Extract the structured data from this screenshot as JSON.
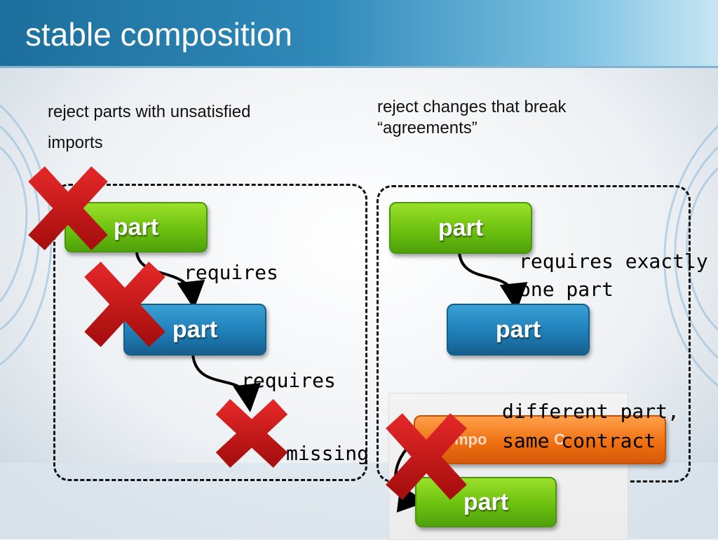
{
  "slide": {
    "title": "stable composition",
    "left_caption_line1": "reject parts with unsatisfied",
    "left_caption_line2": "imports",
    "right_caption": "reject changes that break “agreements”"
  },
  "left_diagram": {
    "part_top": "part",
    "requires_1": "requires",
    "part_middle": "part",
    "requires_2": "requires",
    "missing": "missing"
  },
  "right_diagram": {
    "part_top": "part",
    "requires_label_line1": "requires exactly",
    "requires_label_line2": "one part",
    "part_middle": "part",
    "container_partial_label": "mpo",
    "container_partial_label2": "C",
    "different_part_line1": "different part,",
    "different_part_line2": "same contract",
    "part_bottom": "part"
  },
  "colors": {
    "title_bar": "#2f89b9",
    "part_green": "#6cc10f",
    "part_blue": "#1f7fb8",
    "container_orange": "#ee6d0e",
    "reject_x": "#cc1a1a"
  }
}
